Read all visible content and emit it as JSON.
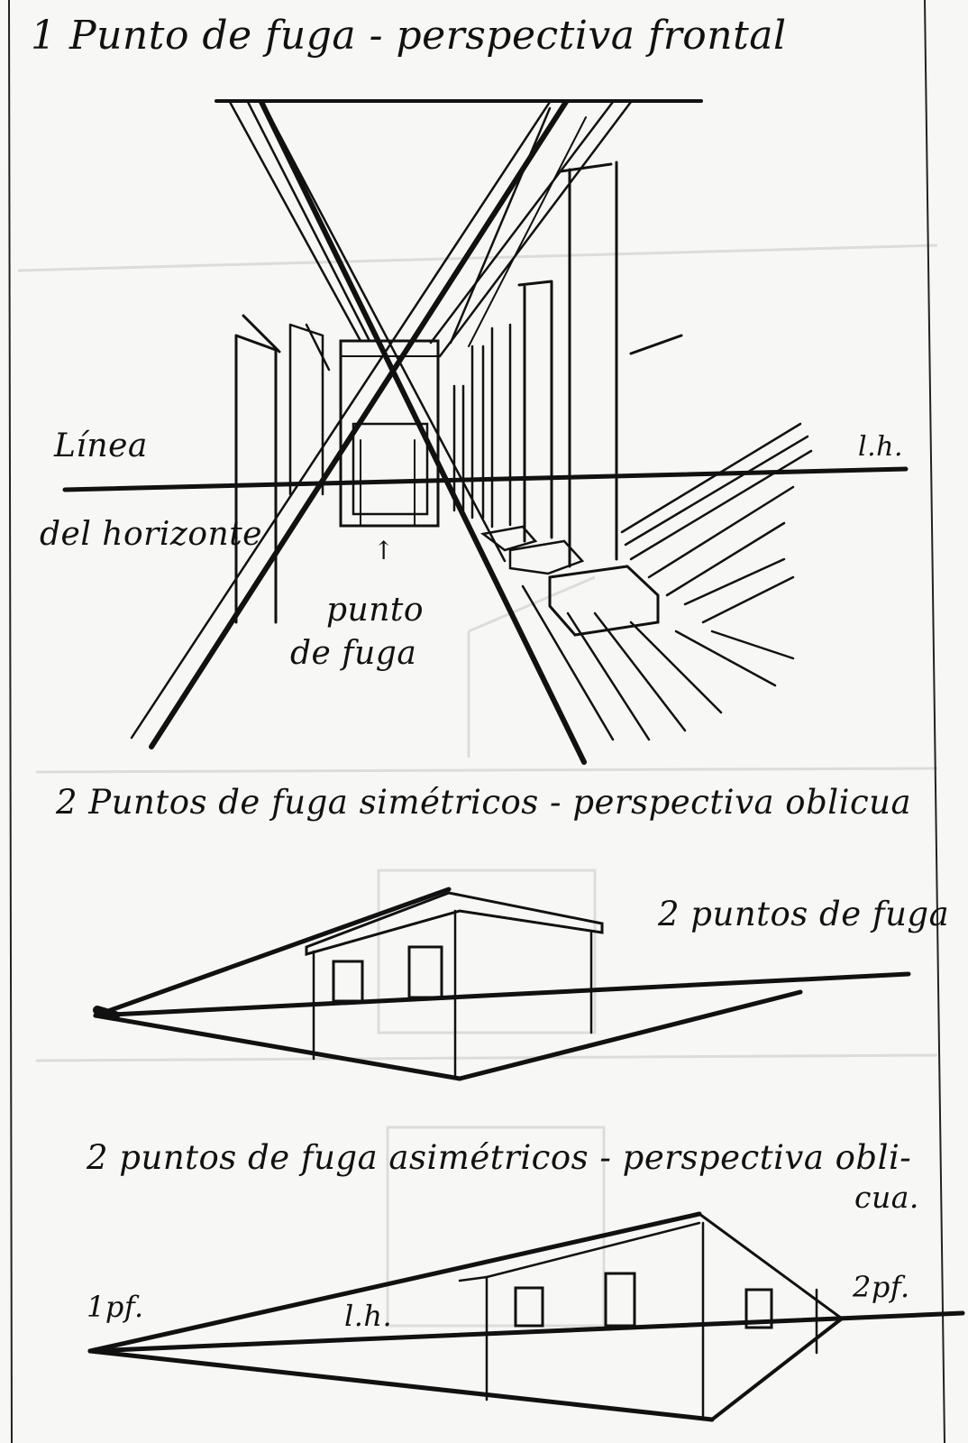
{
  "sections": [
    {
      "title": "1 Punto de fuga - perspectiva frontal",
      "labels": {
        "horizon_line_left_1": "Línea",
        "horizon_line_left_2": "del horizonte",
        "horizon_line_right": "l.h.",
        "arrow": "↑",
        "vanishing_point_1": "punto",
        "vanishing_point_2": "de fuga"
      }
    },
    {
      "title": "2 Puntos de fuga simétricos - perspectiva oblicua",
      "labels": {
        "vanishing_points": "2 puntos de fuga"
      }
    },
    {
      "title_line_1": "2 puntos de fuga asimétricos - perspectiva obli-",
      "title_line_2": "cua.",
      "labels": {
        "pf1": "1pf.",
        "horizon": "l.h.",
        "pf2": "2pf."
      }
    }
  ],
  "colors": {
    "ink": "#111111",
    "paper": "#f7f7f5",
    "bleed": "#dcdcda"
  }
}
